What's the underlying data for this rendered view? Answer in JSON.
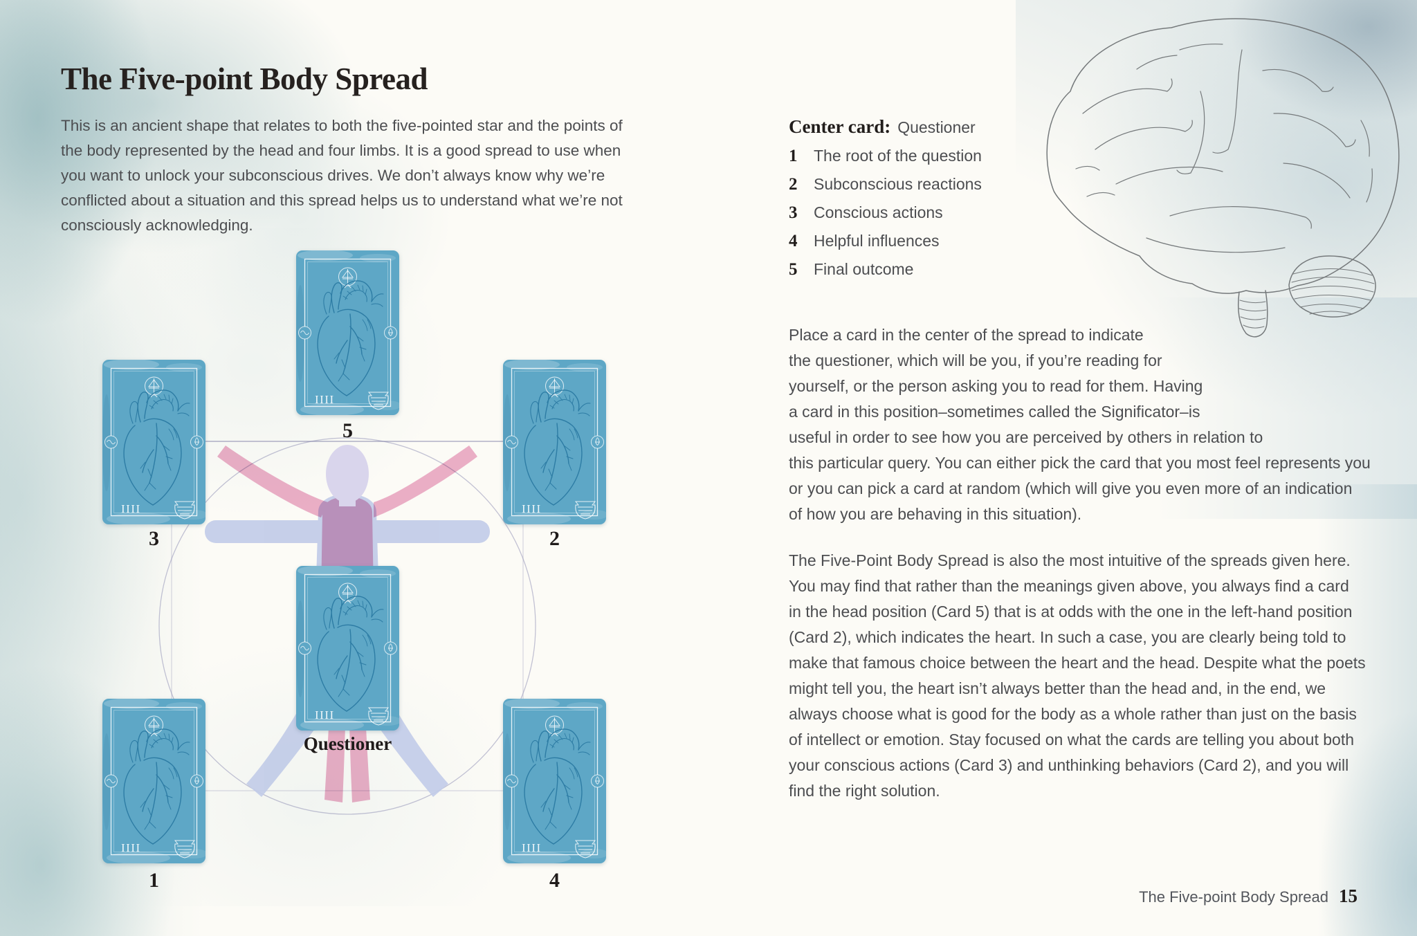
{
  "left_page": {
    "title": "The Five-point Body Spread",
    "intro_lines": [
      "This is an ancient shape that relates to both the five-pointed star and the points of",
      "the body represented by the head and four limbs. It is a good spread to use when",
      "you want to unlock your subconscious drives. We don’t always know why we’re",
      "conflicted about a situation and this spread helps us to understand what we’re not",
      "consciously acknowledging."
    ],
    "spread": {
      "card_back_numeral": "IIII",
      "cards": [
        {
          "id": "card-5",
          "label": "5"
        },
        {
          "id": "card-3",
          "label": "3"
        },
        {
          "id": "card-2",
          "label": "2"
        },
        {
          "id": "card-center",
          "label": "Questioner"
        },
        {
          "id": "card-1",
          "label": "1"
        },
        {
          "id": "card-4",
          "label": "4"
        }
      ]
    }
  },
  "right_page": {
    "center_card_label": "Center card:",
    "center_card_value": "Questioner",
    "positions": [
      {
        "num": "1",
        "text": "The root of the question"
      },
      {
        "num": "2",
        "text": "Subconscious reactions"
      },
      {
        "num": "3",
        "text": "Conscious actions"
      },
      {
        "num": "4",
        "text": "Helpful influences"
      },
      {
        "num": "5",
        "text": "Final outcome"
      }
    ],
    "paragraph1_lines": [
      "Place a card in the center of the spread to indicate",
      "the questioner, which will be you, if you’re reading for",
      "yourself, or the person asking you to read for them. Having",
      "a card in this position–sometimes called the Significator–is",
      "useful in order to see how you are perceived by others in relation to",
      "this particular query. You can either pick the card that you most feel represents you",
      "or you can pick a card at random (which will give you even more of an indication",
      "of how you are behaving in this situation)."
    ],
    "paragraph2_lines": [
      "The Five-Point Body Spread is also the most intuitive of the spreads given here.",
      "You may find that rather than the meanings given above, you always find a card",
      "in the head position (Card 5) that is at odds with the one in the left-hand position",
      "(Card 2), which indicates the heart. In such a case, you are clearly being told to",
      "make that famous choice between the heart and the head. Despite what the poets",
      "might tell you, the heart isn’t always better than the head and, in the end, we",
      "always choose what is good for the body as a whole rather than just on the basis",
      "of intellect or emotion. Stay focused on what the cards are telling you about both",
      "your conscious actions (Card 3) and unthinking behaviors (Card 2), and you will",
      "find the right solution."
    ]
  },
  "footer": {
    "running_title": "The Five-point Body Spread",
    "page_number": "15"
  },
  "colors": {
    "card_blue": "#5ea7c6",
    "heart_line": "#2b7aa3",
    "wash_teal": "#98bbc0",
    "wash_gray_blue": "#a2bdc8",
    "figure_blue": "#c2cce8",
    "figure_pink": "#eba9c7",
    "head_lavender": "#d9d5ec"
  }
}
